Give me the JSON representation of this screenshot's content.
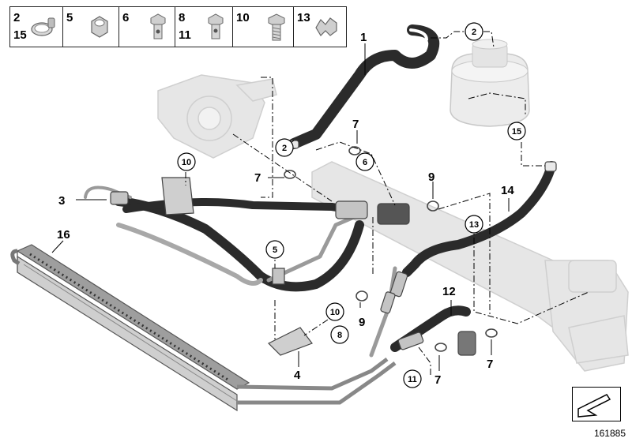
{
  "legend": {
    "cells": [
      {
        "top": "2",
        "bottom": "15",
        "icon": "hose-clamp-icon"
      },
      {
        "top": "5",
        "bottom": "",
        "icon": "hex-nut-icon"
      },
      {
        "top": "6",
        "bottom": "",
        "icon": "banjo-bolt-icon"
      },
      {
        "top": "8",
        "bottom": "11",
        "icon": "hollow-bolt-icon"
      },
      {
        "top": "10",
        "bottom": "",
        "icon": "hex-bolt-icon"
      },
      {
        "top": "13",
        "bottom": "",
        "icon": "clip-icon"
      }
    ]
  },
  "callouts": {
    "l1": "1",
    "l2a": "2",
    "l2b": "2",
    "l3": "3",
    "l4": "4",
    "l5": "5",
    "l6": "6",
    "l7a": "7",
    "l7b": "7",
    "l7c": "7",
    "l7d": "7",
    "l8": "8",
    "l9a": "9",
    "l9b": "9",
    "l10a": "10",
    "l10b": "10",
    "l11": "11",
    "l12": "12",
    "l13": "13",
    "l14": "14",
    "l15": "15",
    "l16": "16"
  },
  "footer": {
    "doc_number": "161885"
  },
  "colors": {
    "hose": "#2b2b2b",
    "ghost": "#e2e2e2",
    "metal": "#b9b9b9",
    "line": "#000000"
  }
}
